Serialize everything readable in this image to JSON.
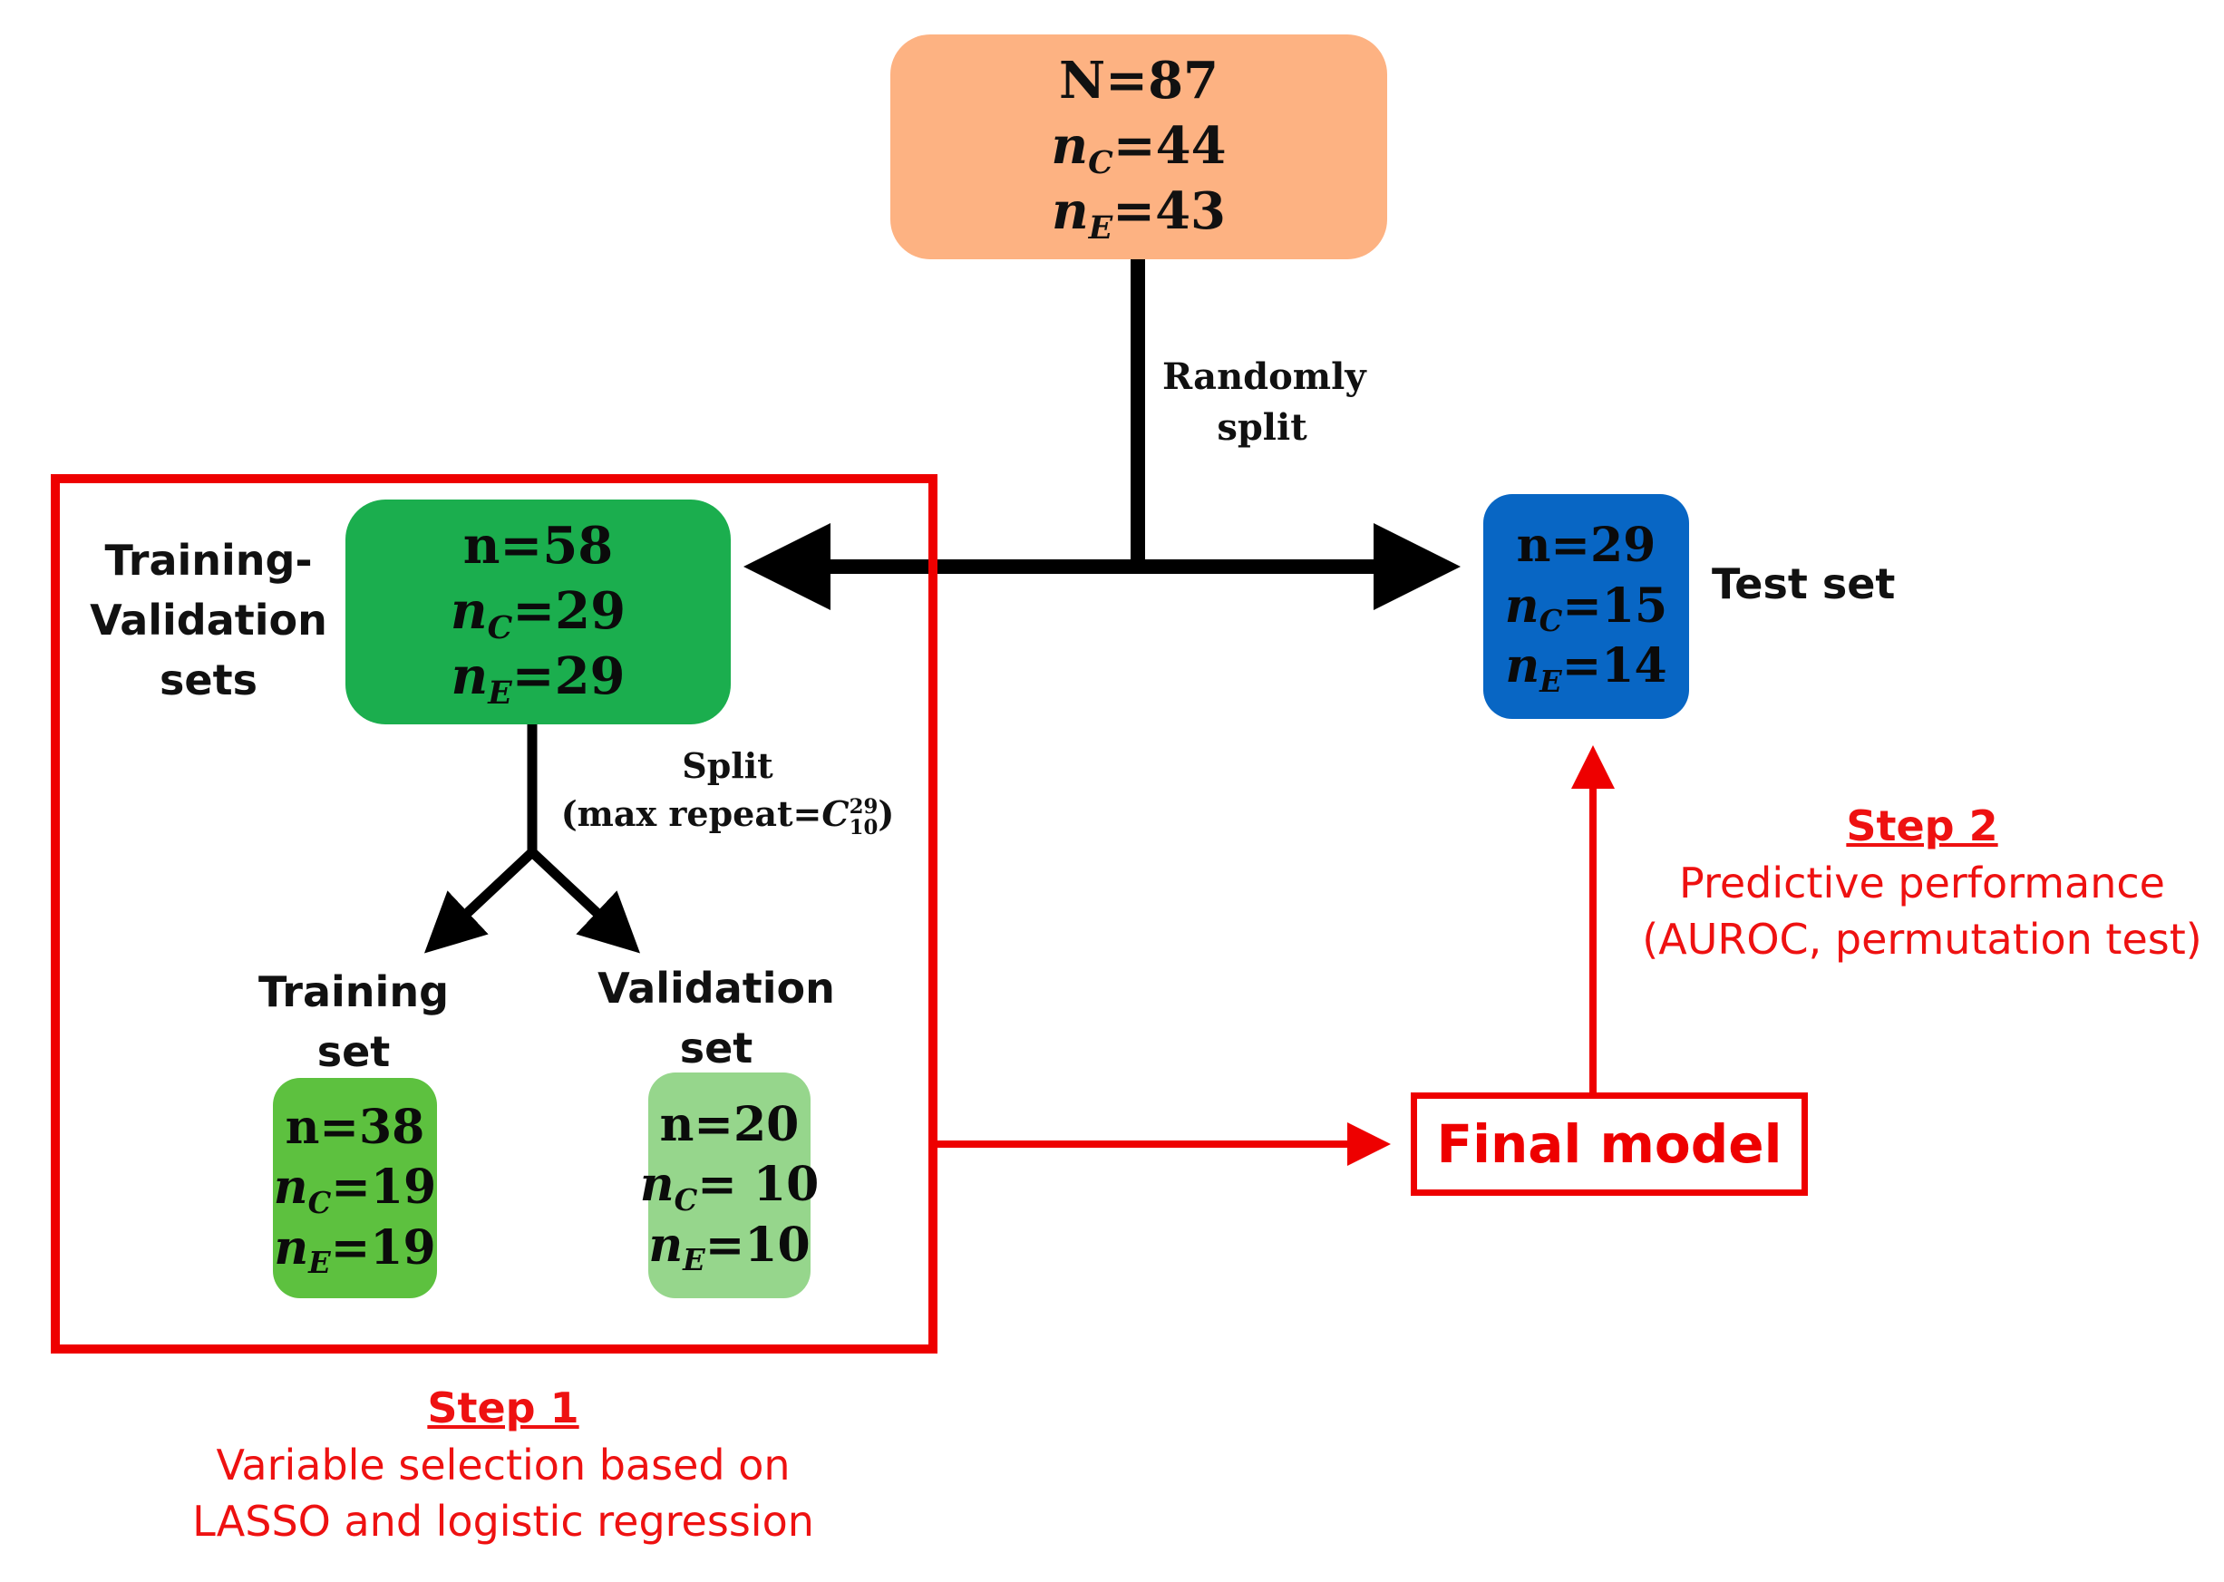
{
  "nodes": {
    "total": {
      "count": "N=87",
      "c_count": "=44",
      "e_count": "=43"
    },
    "training_validation": {
      "label_line1": "Training-",
      "label_line2": "Validation",
      "label_line3": "sets",
      "count": "n=58",
      "c_count": "=29",
      "e_count": "=29"
    },
    "test": {
      "label": "Test set",
      "count": "n=29",
      "c_count": "=15",
      "e_count": "=14"
    },
    "training": {
      "label_line1": "Training",
      "label_line2": "set",
      "count": "n=38",
      "c_count": "=19",
      "e_count": "=19"
    },
    "validation": {
      "label_line1": "Validation",
      "label_line2": "set",
      "count": "n=20",
      "c_count": "= 10",
      "e_count": "=10"
    },
    "final_model": {
      "label": "Final model"
    }
  },
  "symbols": {
    "n": "n",
    "c": "C",
    "e": "E"
  },
  "edges": {
    "random_split": {
      "line1": "Randomly",
      "line2": "split"
    },
    "split": {
      "line1": "Split",
      "line2_prefix": "(max repeat=",
      "symbol": "C",
      "sup": "29",
      "sub": "10",
      "line2_suffix": ")"
    }
  },
  "steps": {
    "step1": {
      "title": "Step 1",
      "line1": "Variable selection  based on",
      "line2": "LASSO and logistic regression"
    },
    "step2": {
      "title": "Step 2",
      "line1": "Predictive performance",
      "line2": "(AUROC, permutation test)"
    }
  },
  "colors": {
    "total_box": "#fdb282",
    "training_validation_box": "#1bae4e",
    "test_box": "#0866c4",
    "training_box": "#5dc13f",
    "validation_box": "#96d68c",
    "step_red": "#ee0000",
    "connector": "#000000"
  }
}
